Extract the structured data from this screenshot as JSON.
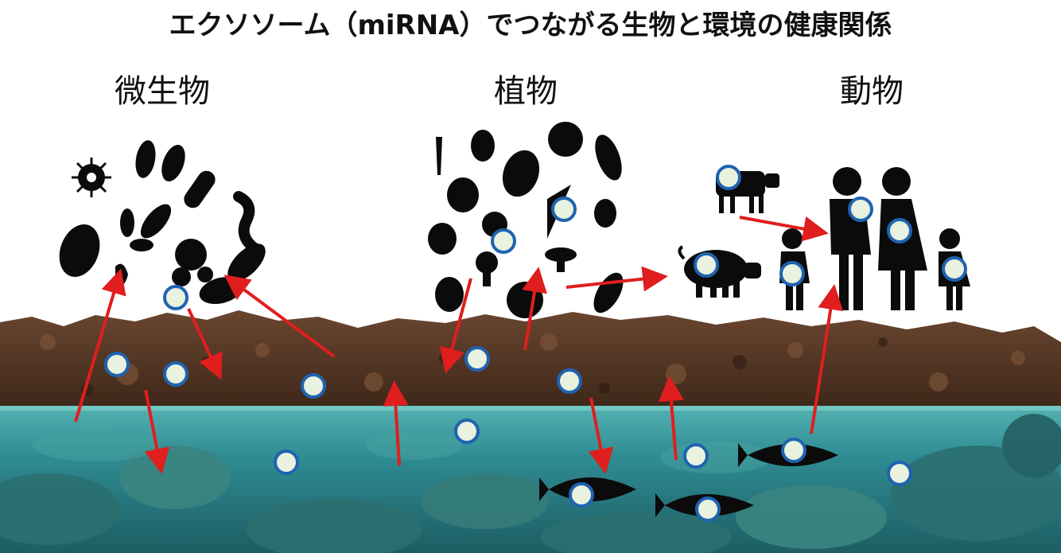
{
  "title": "エクソソーム（miRNA）でつながる生物と環境の健康関係",
  "categories": {
    "microbes": "微生物",
    "plants": "植物",
    "animals": "動物"
  },
  "colors": {
    "arrow": "#e01e1e",
    "exosome_fill": "#e8f2df",
    "exosome_stroke": "#1f63b0",
    "soil": "#5a3b28",
    "water": "#3f9aa0",
    "silhouette": "#0b0b0b"
  },
  "icons": [
    "virus-icon",
    "bacteria-icon",
    "carrot-icon",
    "eggplant-icon",
    "cabbage-icon",
    "sweet-potato-icon",
    "onion-icon",
    "pepper-icon",
    "tomato-icon",
    "broccoli-icon",
    "mushroom-icon",
    "pumpkin-icon",
    "corn-icon",
    "cow-icon",
    "pig-icon",
    "family-icon",
    "fish-icon"
  ]
}
